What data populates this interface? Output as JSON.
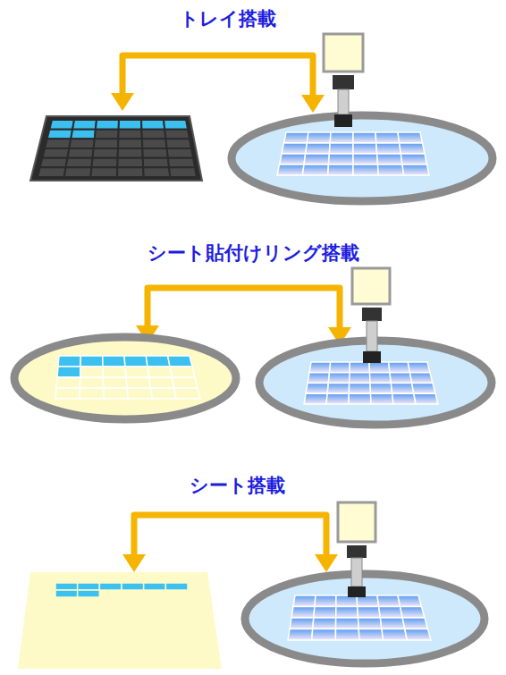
{
  "diagram": {
    "labels": [
      "トレイ搭載",
      "シート貼付けリング搭載",
      "シート搭載"
    ]
  }
}
